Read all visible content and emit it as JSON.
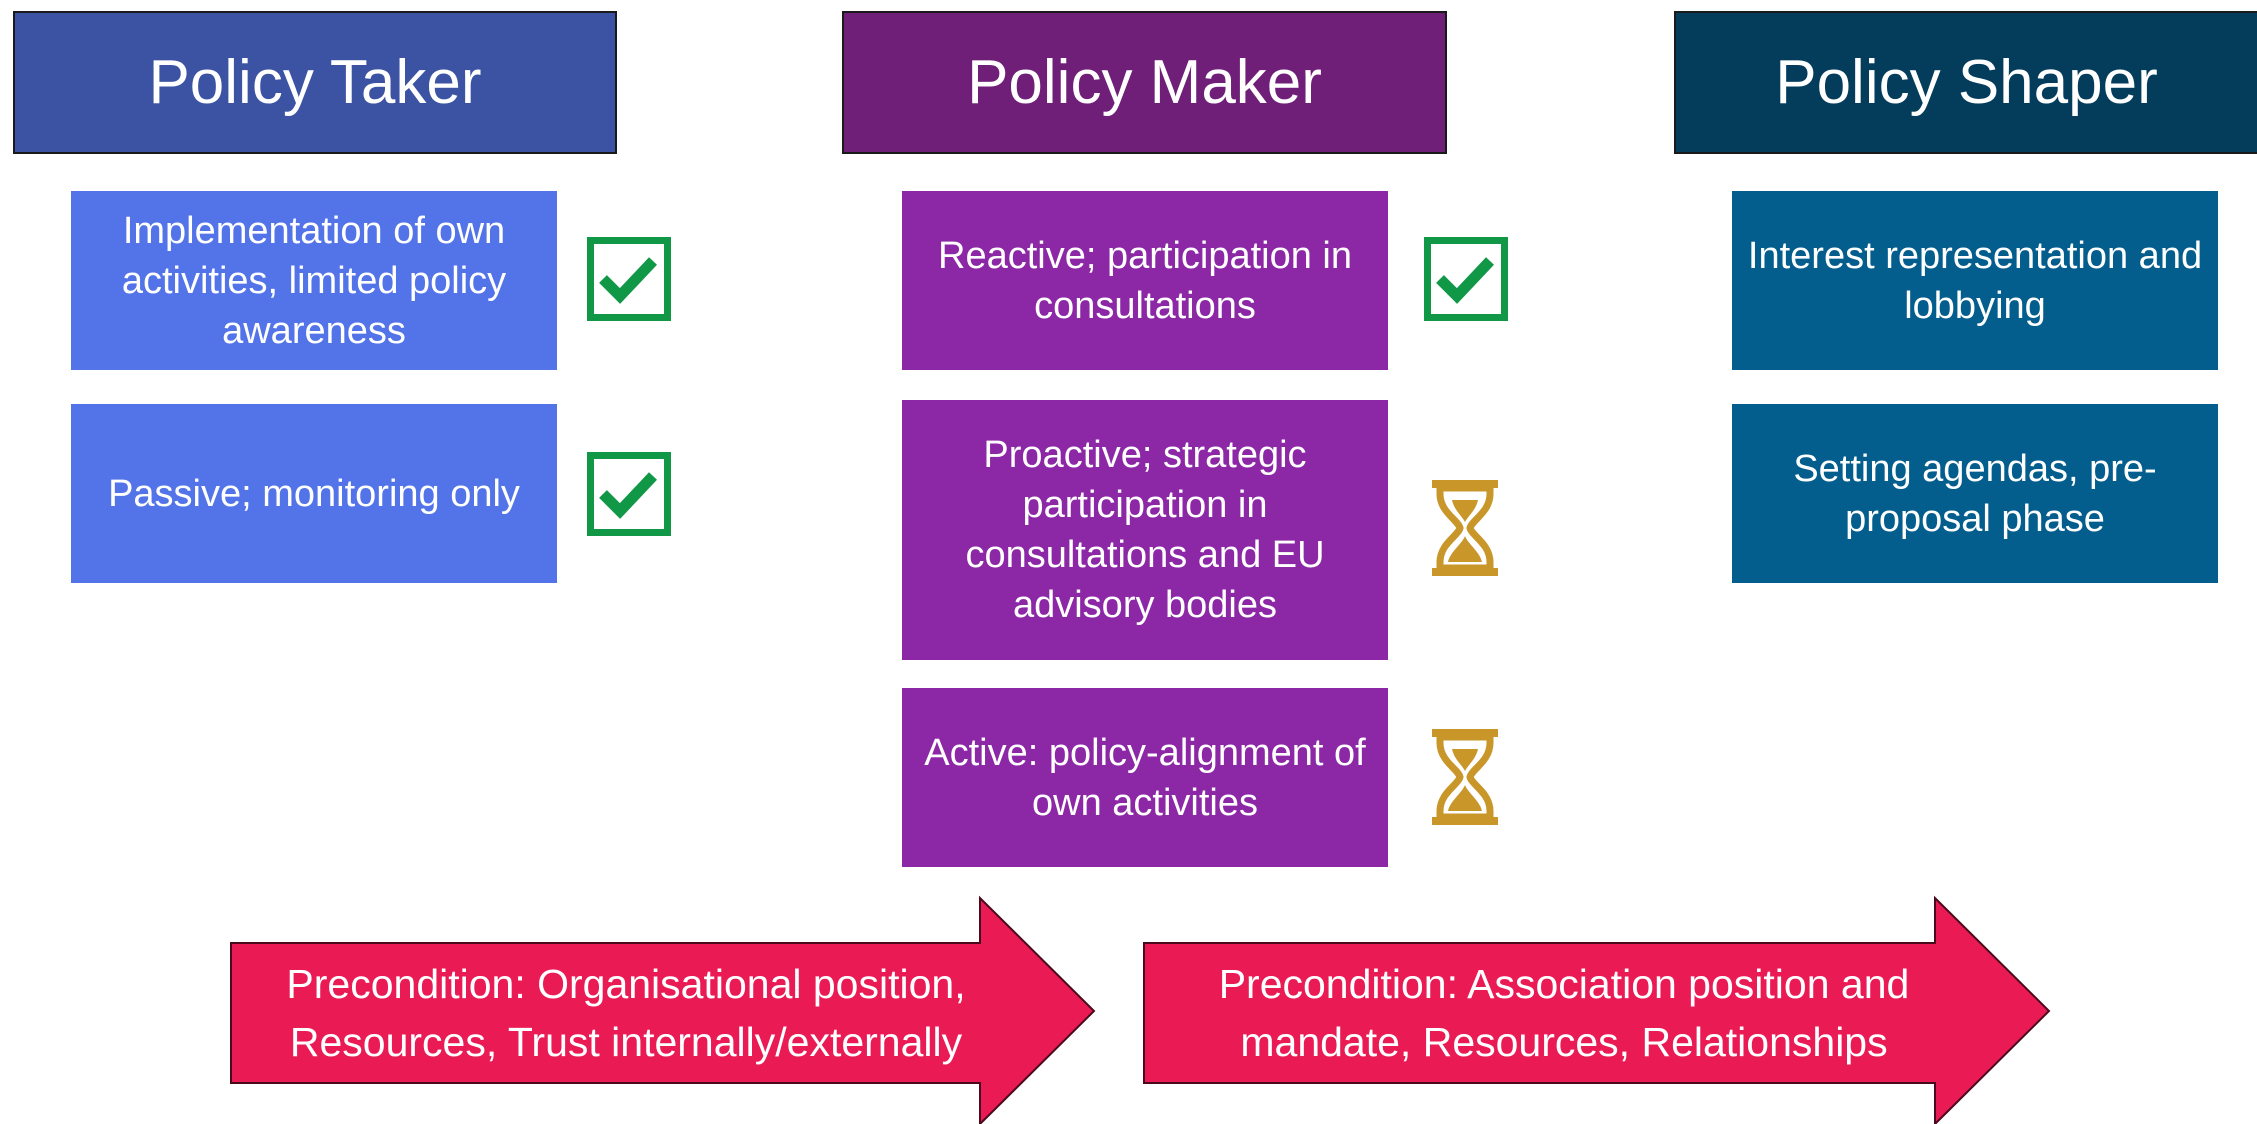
{
  "columns": [
    {
      "title": "Policy Taker",
      "color": "#3c53a4",
      "items": [
        {
          "text": "Implementation of own activities, limited policy awareness",
          "status_icon": "checkbox-checked"
        },
        {
          "text": "Passive; monitoring only",
          "status_icon": "checkbox-checked"
        }
      ]
    },
    {
      "title": "Policy Maker",
      "color": "#6f1f78",
      "items": [
        {
          "text": "Reactive; participation in consultations",
          "status_icon": "checkbox-checked"
        },
        {
          "text": "Proactive; strategic participation in consultations and EU advisory bodies",
          "status_icon": "hourglass"
        },
        {
          "text": "Active: policy-alignment of own activities",
          "status_icon": "hourglass"
        }
      ]
    },
    {
      "title": "Policy Shaper",
      "color": "#043c5c",
      "items": [
        {
          "text": "Interest representation and lobbying"
        },
        {
          "text": "Setting agendas, pre-proposal phase"
        }
      ]
    }
  ],
  "arrows": [
    {
      "line1": "Precondition: Organisational position,",
      "line2": "Resources, Trust internally/externally"
    },
    {
      "line1": "Precondition: Association position and",
      "line2": "mandate, Resources, Relationships"
    }
  ],
  "colors": {
    "taker_box": "#5274e8",
    "maker_box": "#8c28a6",
    "shaper_box": "#035d8d",
    "arrow": "#ea1a55",
    "check": "#119847",
    "hourglass": "#c9962a"
  }
}
